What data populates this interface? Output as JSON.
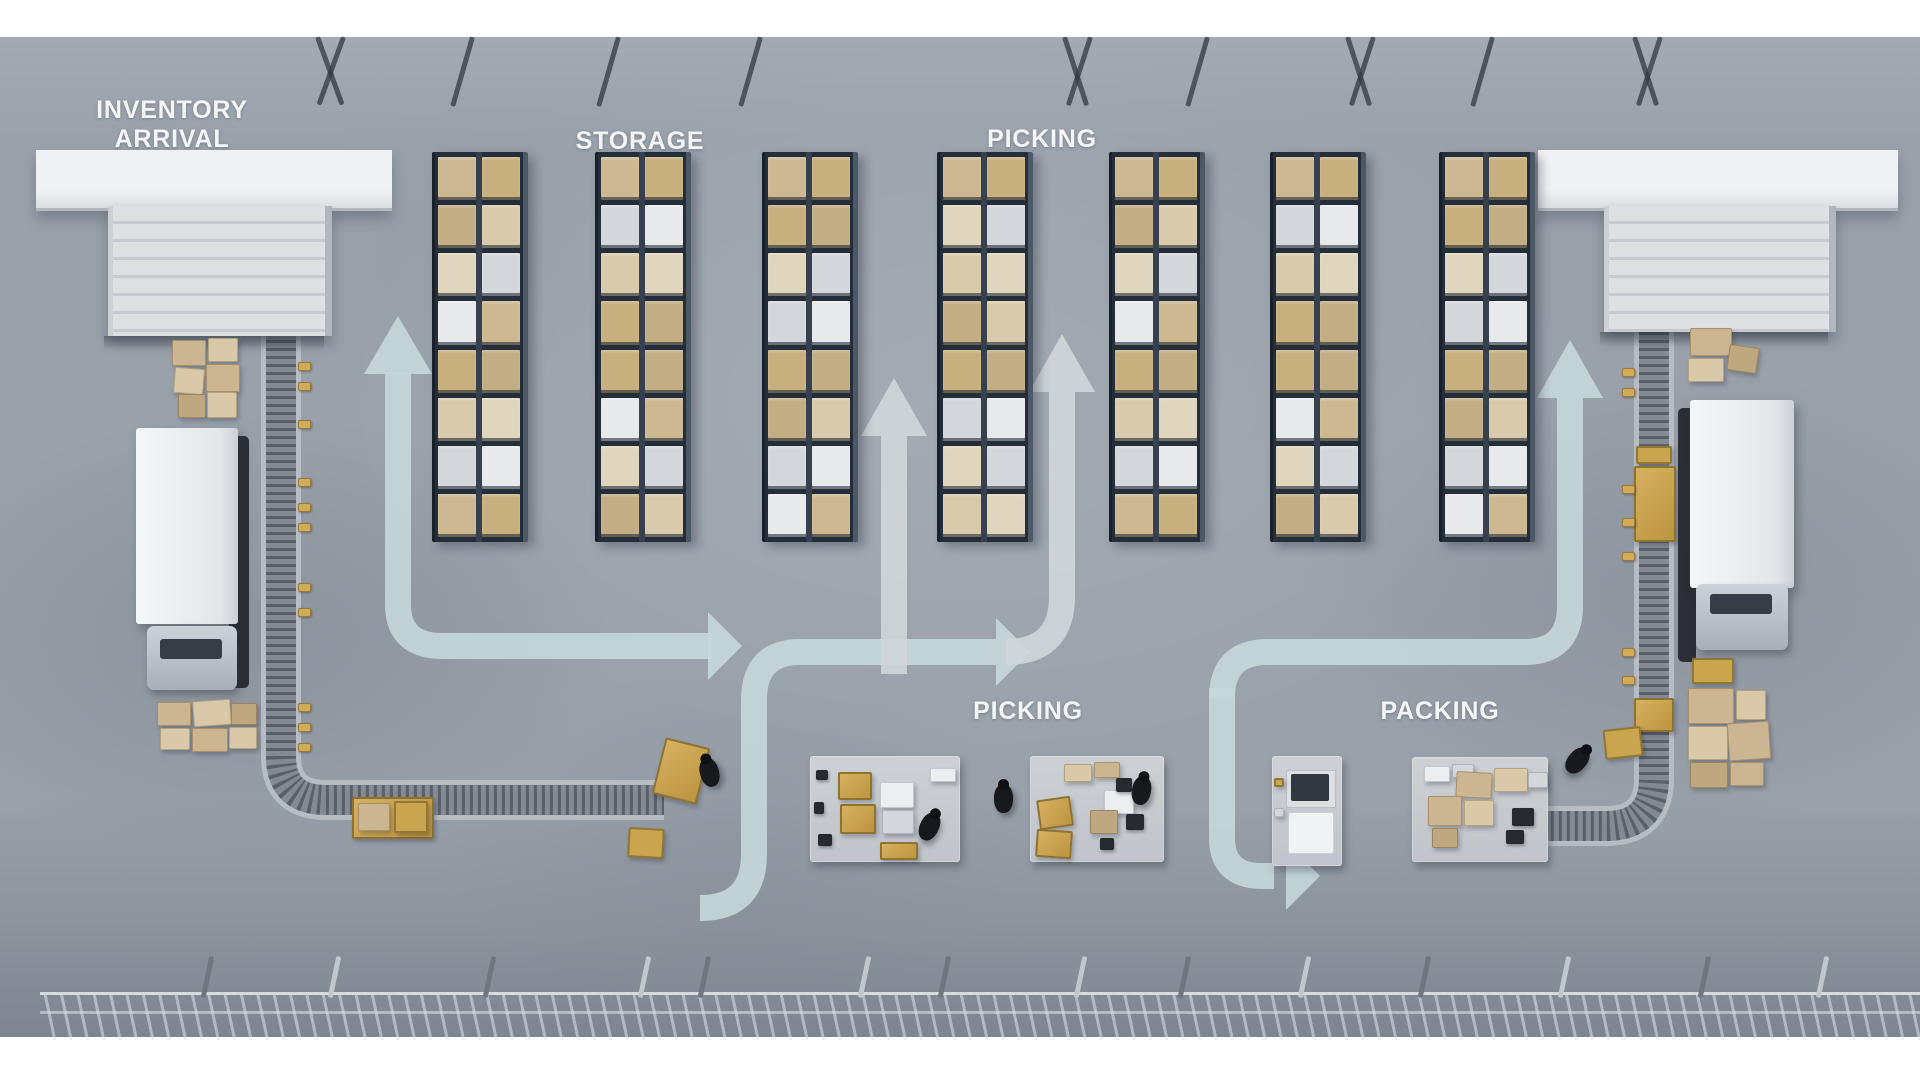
{
  "page": {
    "type": "warehouse-fulfillment-process-illustration",
    "view": "top-down-3d"
  },
  "labels": {
    "inventory_arrival_line1": "INVENTORY",
    "inventory_arrival_line2": "ARRIVAL",
    "storage": "STORAGE",
    "picking_racks": "PICKING",
    "picking_stations": "PICKING",
    "packing": "PACKING"
  },
  "process_flow": [
    "INVENTORY ARRIVAL",
    "STORAGE",
    "PICKING",
    "PACKING"
  ],
  "scene": {
    "storage_rack_rows": 7,
    "loading_docks": 2,
    "trucks": 2,
    "conveyors": 2,
    "picking_tables": 2,
    "packing_stations": 2,
    "workers": 5,
    "flow_arrowheads": 7
  },
  "colors": {
    "flow_arrow_teal": "#c5d8d9",
    "flow_arrow_gray": "#cfd6d9",
    "floor": "#99a1ab",
    "label_text": "#f3f5f6",
    "crate_gold": "#c9a54f",
    "box_tan": "#ccb692",
    "rack_frame": "#242d3a",
    "truck_white": "#eef0f2",
    "background_margin": "#ffffff"
  }
}
